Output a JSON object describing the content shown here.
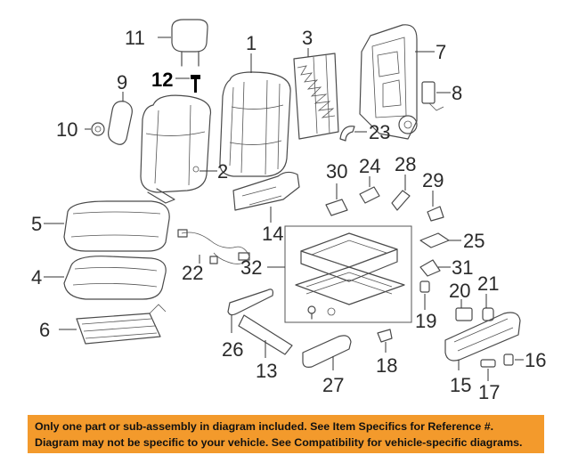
{
  "diagram": {
    "callouts": {
      "c1": "1",
      "c2": "2",
      "c3": "3",
      "c4": "4",
      "c5": "5",
      "c6": "6",
      "c7": "7",
      "c8": "8",
      "c9": "9",
      "c10": "10",
      "c11": "11",
      "c12": "12",
      "c13": "13",
      "c14": "14",
      "c15": "15",
      "c16": "16",
      "c17": "17",
      "c18": "18",
      "c19": "19",
      "c20": "20",
      "c21": "21",
      "c22": "22",
      "c23": "23",
      "c24": "24",
      "c25": "25",
      "c26": "26",
      "c27": "27",
      "c28": "28",
      "c29": "29",
      "c30": "30",
      "c31": "31",
      "c32": "32"
    }
  },
  "banner": {
    "line1": "Only one part or sub-assembly in diagram included. See Item Specifics for Reference #.",
    "line2": "Diagram may not be specific to your vehicle. See Compatibility for vehicle-specific diagrams.",
    "color": "#f39a2c"
  }
}
